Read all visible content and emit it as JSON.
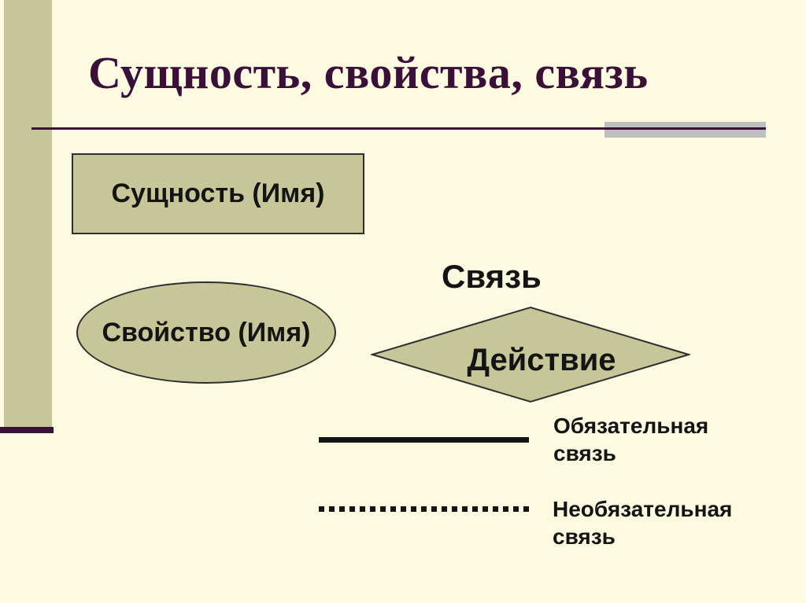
{
  "slide": {
    "title": "Сущность, свойства, связь",
    "shapes": {
      "entity": {
        "label": "Сущность (Имя)"
      },
      "property": {
        "label": "Свойство (Имя)"
      },
      "relation_caption": "Связь",
      "relation": {
        "label": "Действие"
      }
    },
    "legend": [
      {
        "style": "solid",
        "label": "Обязательная\nсвязь"
      },
      {
        "style": "dotted",
        "label": "Необязательная\nсвязь"
      }
    ],
    "colors": {
      "background": "#FCFBE1",
      "olive": "#C7C699",
      "maroon": "#3A0F38",
      "gray": "#BFBFBF",
      "ink": "#141414"
    }
  }
}
